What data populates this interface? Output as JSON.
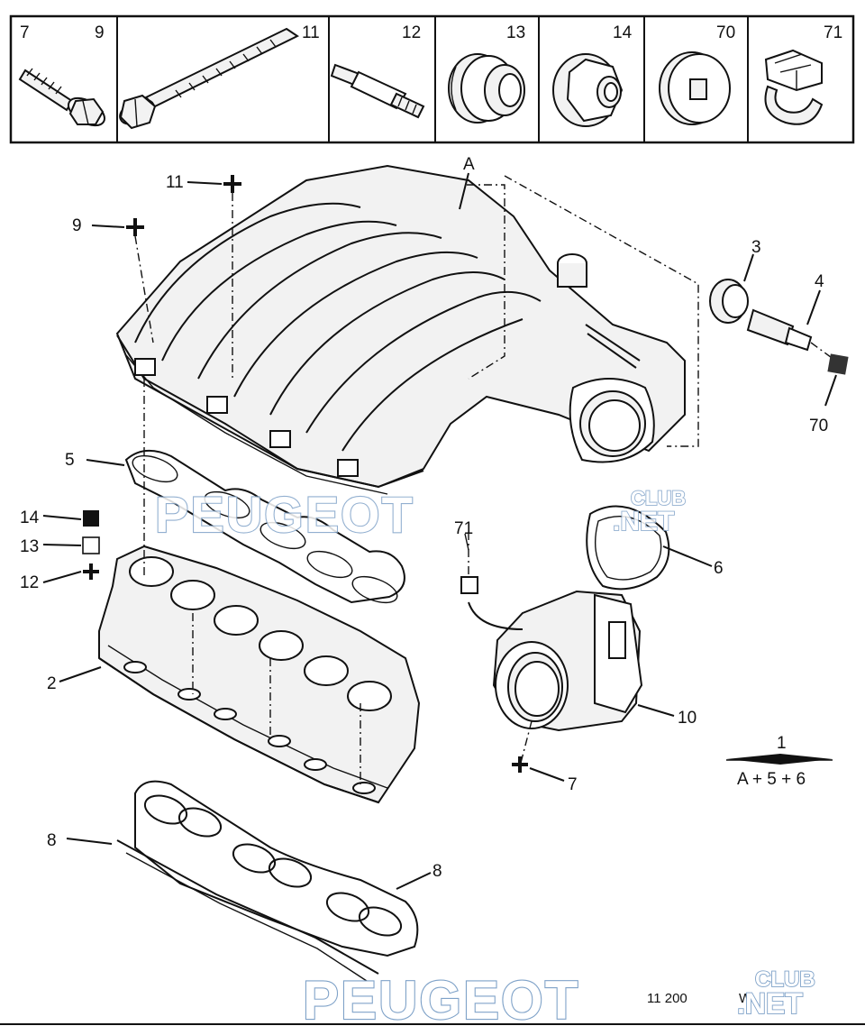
{
  "header_cells": [
    {
      "left": "7",
      "right": "9"
    },
    {
      "left": "",
      "right": "11"
    },
    {
      "left": "",
      "right": "12"
    },
    {
      "left": "",
      "right": "13"
    },
    {
      "left": "",
      "right": "14"
    },
    {
      "left": "",
      "right": "70"
    },
    {
      "left": "",
      "right": "71"
    }
  ],
  "callouts": {
    "a": "A",
    "c11": "11",
    "c9": "9",
    "c3": "3",
    "c4": "4",
    "c70": "70",
    "c5": "5",
    "c14": "14",
    "c13": "13",
    "c12": "12",
    "c71": "71",
    "c6": "6",
    "c2": "2",
    "c10": "10",
    "c7": "7",
    "c8a": "8",
    "c8b": "8"
  },
  "assembly_note": {
    "number": "1",
    "formula": "A + 5 + 6"
  },
  "watermarks": {
    "main": "PEUGEOT",
    "club": "CLUB",
    "net": ".NET"
  },
  "footer_code": "11 200",
  "footer_code2": "W"
}
